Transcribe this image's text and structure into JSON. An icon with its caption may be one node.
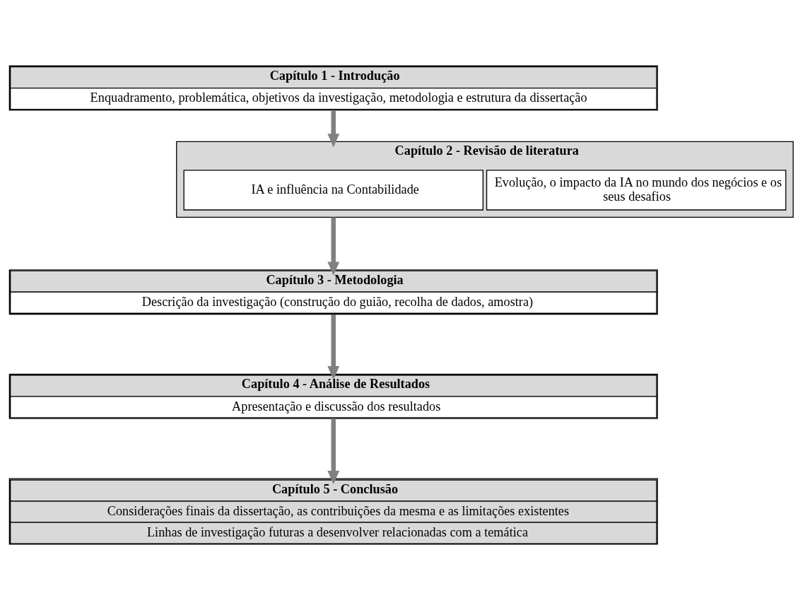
{
  "diagram": {
    "nodes": [
      {
        "text": [
          "Capítulo 1 - Introdução",
          "Enquadramento, problemática, objetivos da investigação, metodologia e estrutura da dissertação"
        ]
      },
      {
        "text": [
          "Capítulo 2 - Revisão de literatura"
        ]
      },
      {
        "text": [
          "IA e influência na Contabilidade"
        ],
        "in": 1
      },
      {
        "text": [
          "Evolução, o impacto da IA no mundo dos negócios e os seus desafios"
        ],
        "in": 1
      },
      {
        "text": [
          "Capítulo 3 - Metodologia",
          "Descrição da investigação (construção do guião, recolha de dados, amostra)"
        ]
      },
      {
        "text": [
          "Capítulo 4 - Análise de Resultados",
          "Apresentação e discussão dos resultados"
        ]
      },
      {
        "text": [
          "Capítulo 5 - Conclusão",
          "Considerações finais da dissertação, as contribuições da mesma e as limitações existentes",
          "Linhas de investigação futuras a desenvolver relacionadas com a temática"
        ]
      }
    ],
    "edges": [
      {
        "from": 0,
        "to": 1,
        "arrow": "to"
      },
      {
        "from": 1,
        "to": 4,
        "arrow": "to"
      },
      {
        "from": 4,
        "to": 5,
        "arrow": "to"
      },
      {
        "from": 5,
        "to": 6,
        "arrow": "to"
      }
    ]
  }
}
